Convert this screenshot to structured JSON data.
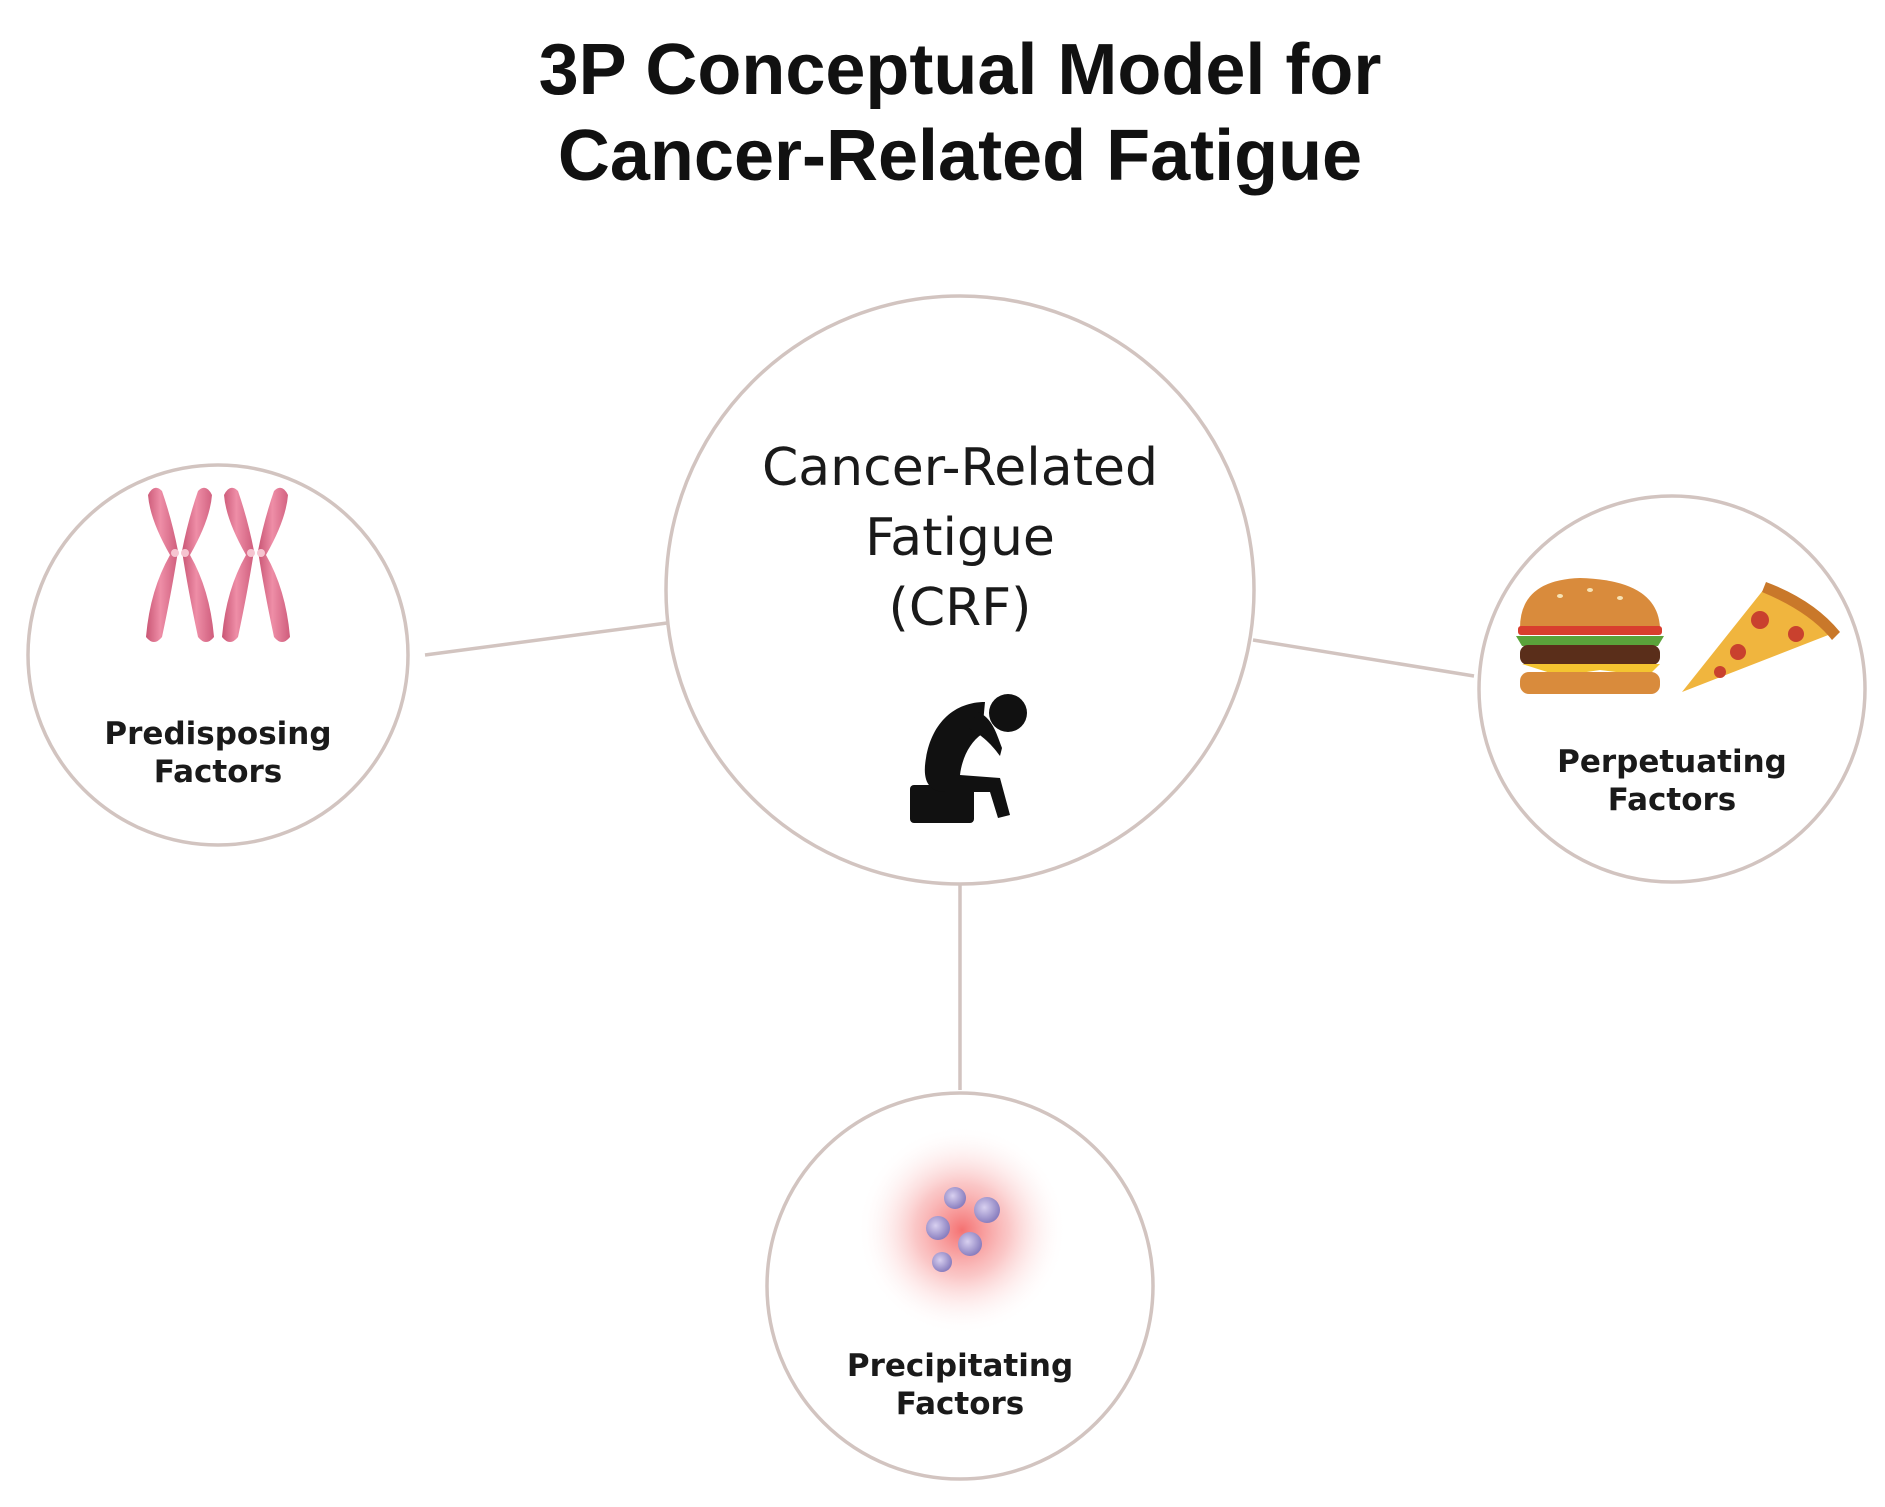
{
  "title": {
    "line1": "3P Conceptual Model for",
    "line2": "Cancer-Related Fatigue"
  },
  "center": {
    "line1": "Cancer-Related",
    "line2": "Fatigue",
    "line3": "(CRF)",
    "icon": "fatigued-person-icon"
  },
  "nodes": {
    "predisposing": {
      "line1": "Predisposing",
      "line2": "Factors",
      "icon": "chromosome-icon"
    },
    "perpetuating": {
      "line1": "Perpetuating",
      "line2": "Factors",
      "icons": [
        "burger-icon",
        "pizza-slice-icon"
      ]
    },
    "precipitating": {
      "line1": "Precipitating",
      "line2": "Factors",
      "icon": "inflammation-cells-icon"
    }
  },
  "colors": {
    "circle_outline": "#d2c4c0",
    "chromosome": "#e07a95",
    "inflammation_glow": "#f46a6a",
    "cells": "#9a8ec6"
  }
}
